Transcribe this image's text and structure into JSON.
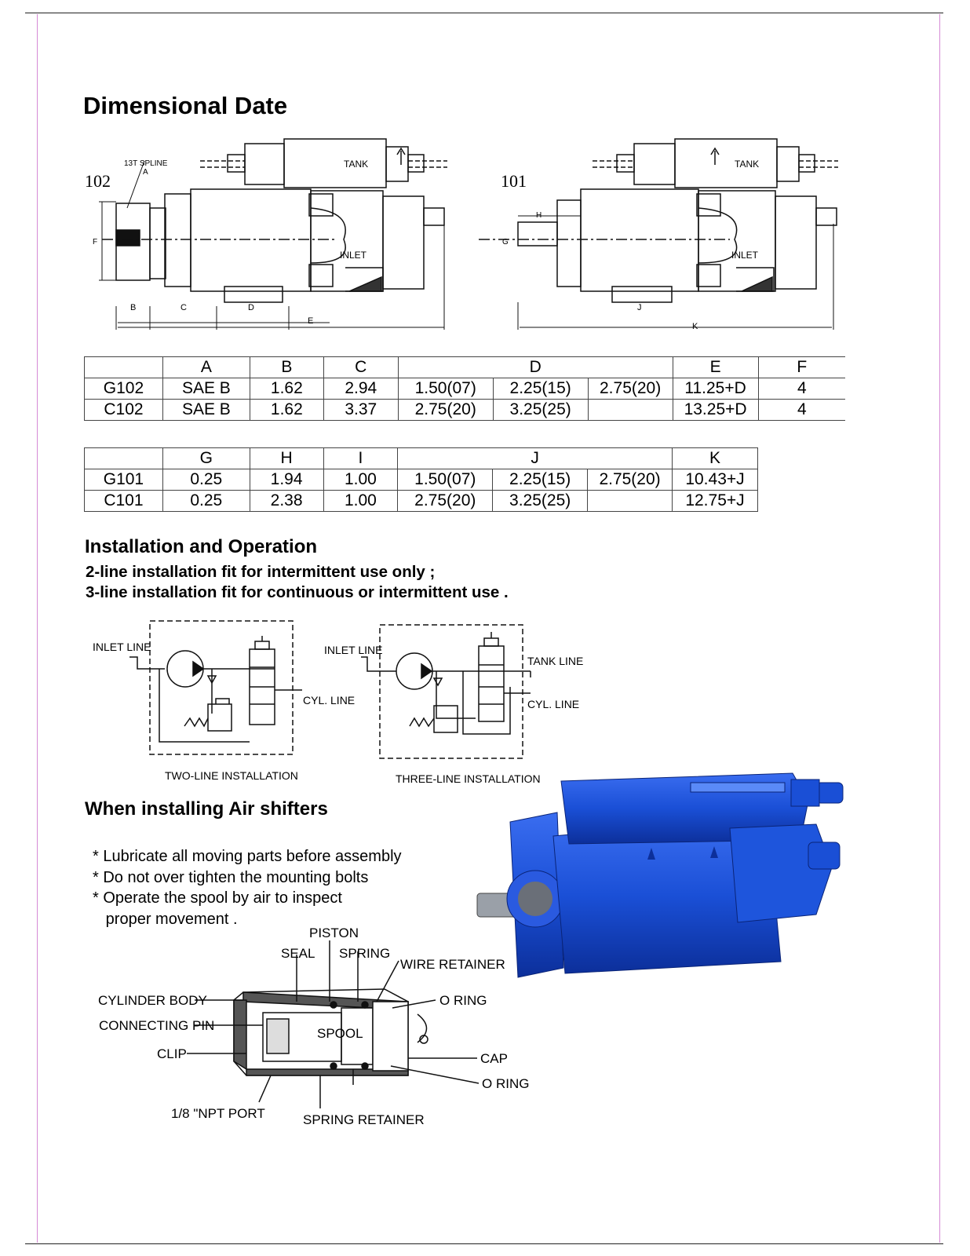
{
  "page": {
    "title": "Dimensional Date"
  },
  "drawings": {
    "left_label": "102",
    "right_label": "101",
    "spline_label": "13T SPLINE",
    "a_letter": "A",
    "tank": "TANK",
    "inlet": "INLET",
    "dims_left": [
      "F",
      "B",
      "C",
      "D",
      "E"
    ],
    "dims_right": [
      "H",
      "G",
      "J",
      "K"
    ]
  },
  "table1": {
    "headers": [
      "",
      "A",
      "B",
      "C",
      "D",
      "E",
      "F"
    ],
    "rows": [
      [
        "G102",
        "SAE B",
        "1.62",
        "2.94",
        "1.50(07)",
        "2.25(15)",
        "2.75(20)",
        "11.25+D",
        "4"
      ],
      [
        "C102",
        "SAE B",
        "1.62",
        "3.37",
        "2.75(20)",
        "3.25(25)",
        "",
        "13.25+D",
        "4"
      ]
    ]
  },
  "table2": {
    "headers": [
      "",
      "G",
      "H",
      "I",
      "J",
      "K"
    ],
    "rows": [
      [
        "G101",
        "0.25",
        "1.94",
        "1.00",
        "1.50(07)",
        "2.25(15)",
        "2.75(20)",
        "10.43+J"
      ],
      [
        "C101",
        "0.25",
        "2.38",
        "1.00",
        "2.75(20)",
        "3.25(25)",
        "",
        "12.75+J"
      ]
    ]
  },
  "installation": {
    "heading": "Installation and Operation",
    "line1": "2-line installation fit for intermittent use only ;",
    "line2": "3-line installation  fit for continuous or intermittent use ."
  },
  "schematics": {
    "inlet_line": "INLET LINE",
    "cyl_line": "CYL. LINE",
    "tank_line": "TANK LINE",
    "two_line_caption": "TWO-LINE INSTALLATION",
    "three_line_caption": "THREE-LINE INSTALLATION"
  },
  "air_shifters": {
    "heading": "When installing Air shifters",
    "bullets": [
      "* Lubricate all moving parts before assembly",
      "* Do not over tighten the mounting bolts",
      "* Operate the spool by air to inspect",
      "   proper movement ."
    ]
  },
  "shifter_diagram": {
    "piston": "PISTON",
    "seal": "SEAL",
    "spring": "SPRING",
    "wire_retainer": "WIRE RETAINER",
    "cylinder_body": "CYLINDER BODY",
    "o_ring_top": "O RING",
    "connecting_pin": "CONNECTING PIN",
    "spool": "SPOOL",
    "clip": "CLIP",
    "cap": "CAP",
    "o_ring_bottom": "O RING",
    "npt_port": "1/8 \"NPT PORT",
    "spring_retainer": "SPRING RETAINER"
  },
  "colors": {
    "pump_blue": "#1a4fd6",
    "frame_border": "#d58ad5"
  }
}
